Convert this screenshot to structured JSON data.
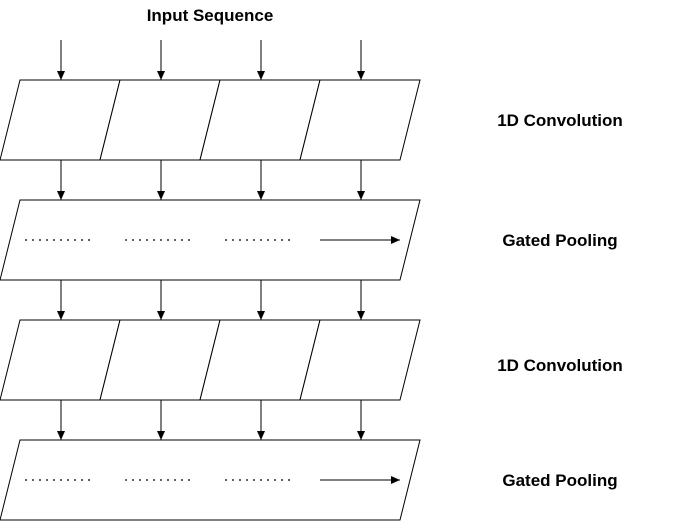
{
  "diagram": {
    "input_label": "Input Sequence",
    "layers": [
      {
        "type": "conv",
        "label": "1D Convolution"
      },
      {
        "type": "pool",
        "label": "Gated Pooling"
      },
      {
        "type": "conv",
        "label": "1D Convolution"
      },
      {
        "type": "pool",
        "label": "Gated Pooling"
      }
    ]
  }
}
